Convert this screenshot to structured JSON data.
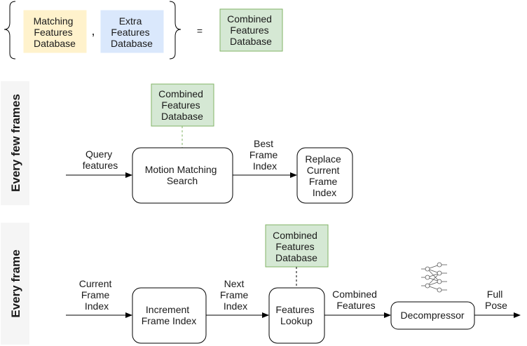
{
  "colors": {
    "yellow_fill": "#fff2cc",
    "yellow_stroke": "#fff2cc",
    "blue_fill": "#dae8fc",
    "blue_stroke": "#dae8fc",
    "green_fill": "#d5e8d4",
    "green_stroke": "#82b366",
    "band": "#f5f5f5",
    "line": "#000000",
    "dashed": "#82b366"
  },
  "equation": {
    "matching": [
      "Matching",
      "Features",
      "Database"
    ],
    "comma": ",",
    "extra": [
      "Extra",
      "Features",
      "Database"
    ],
    "equals": "=",
    "combined": [
      "Combined",
      "Features",
      "Database"
    ]
  },
  "section1": {
    "label": "Every few frames",
    "database": [
      "Combined",
      "Features",
      "Database"
    ],
    "input": [
      "Query",
      "features"
    ],
    "search": [
      "Motion Matching",
      "Search"
    ],
    "edge": [
      "Best",
      "Frame",
      "Index"
    ],
    "replace": [
      "Replace",
      "Current",
      "Frame",
      "Index"
    ]
  },
  "section2": {
    "label": "Every frame",
    "input": [
      "Current",
      "Frame",
      "Index"
    ],
    "increment": [
      "Increment",
      "Frame Index"
    ],
    "edge1": [
      "Next",
      "Frame",
      "Index"
    ],
    "database": [
      "Combined",
      "Features",
      "Database"
    ],
    "lookup": [
      "Features",
      "Lookup"
    ],
    "edge2": [
      "Combined",
      "Features"
    ],
    "decompressor": "Decompressor",
    "network_icon": "neural-network-icon",
    "output": [
      "Full",
      "Pose"
    ]
  }
}
